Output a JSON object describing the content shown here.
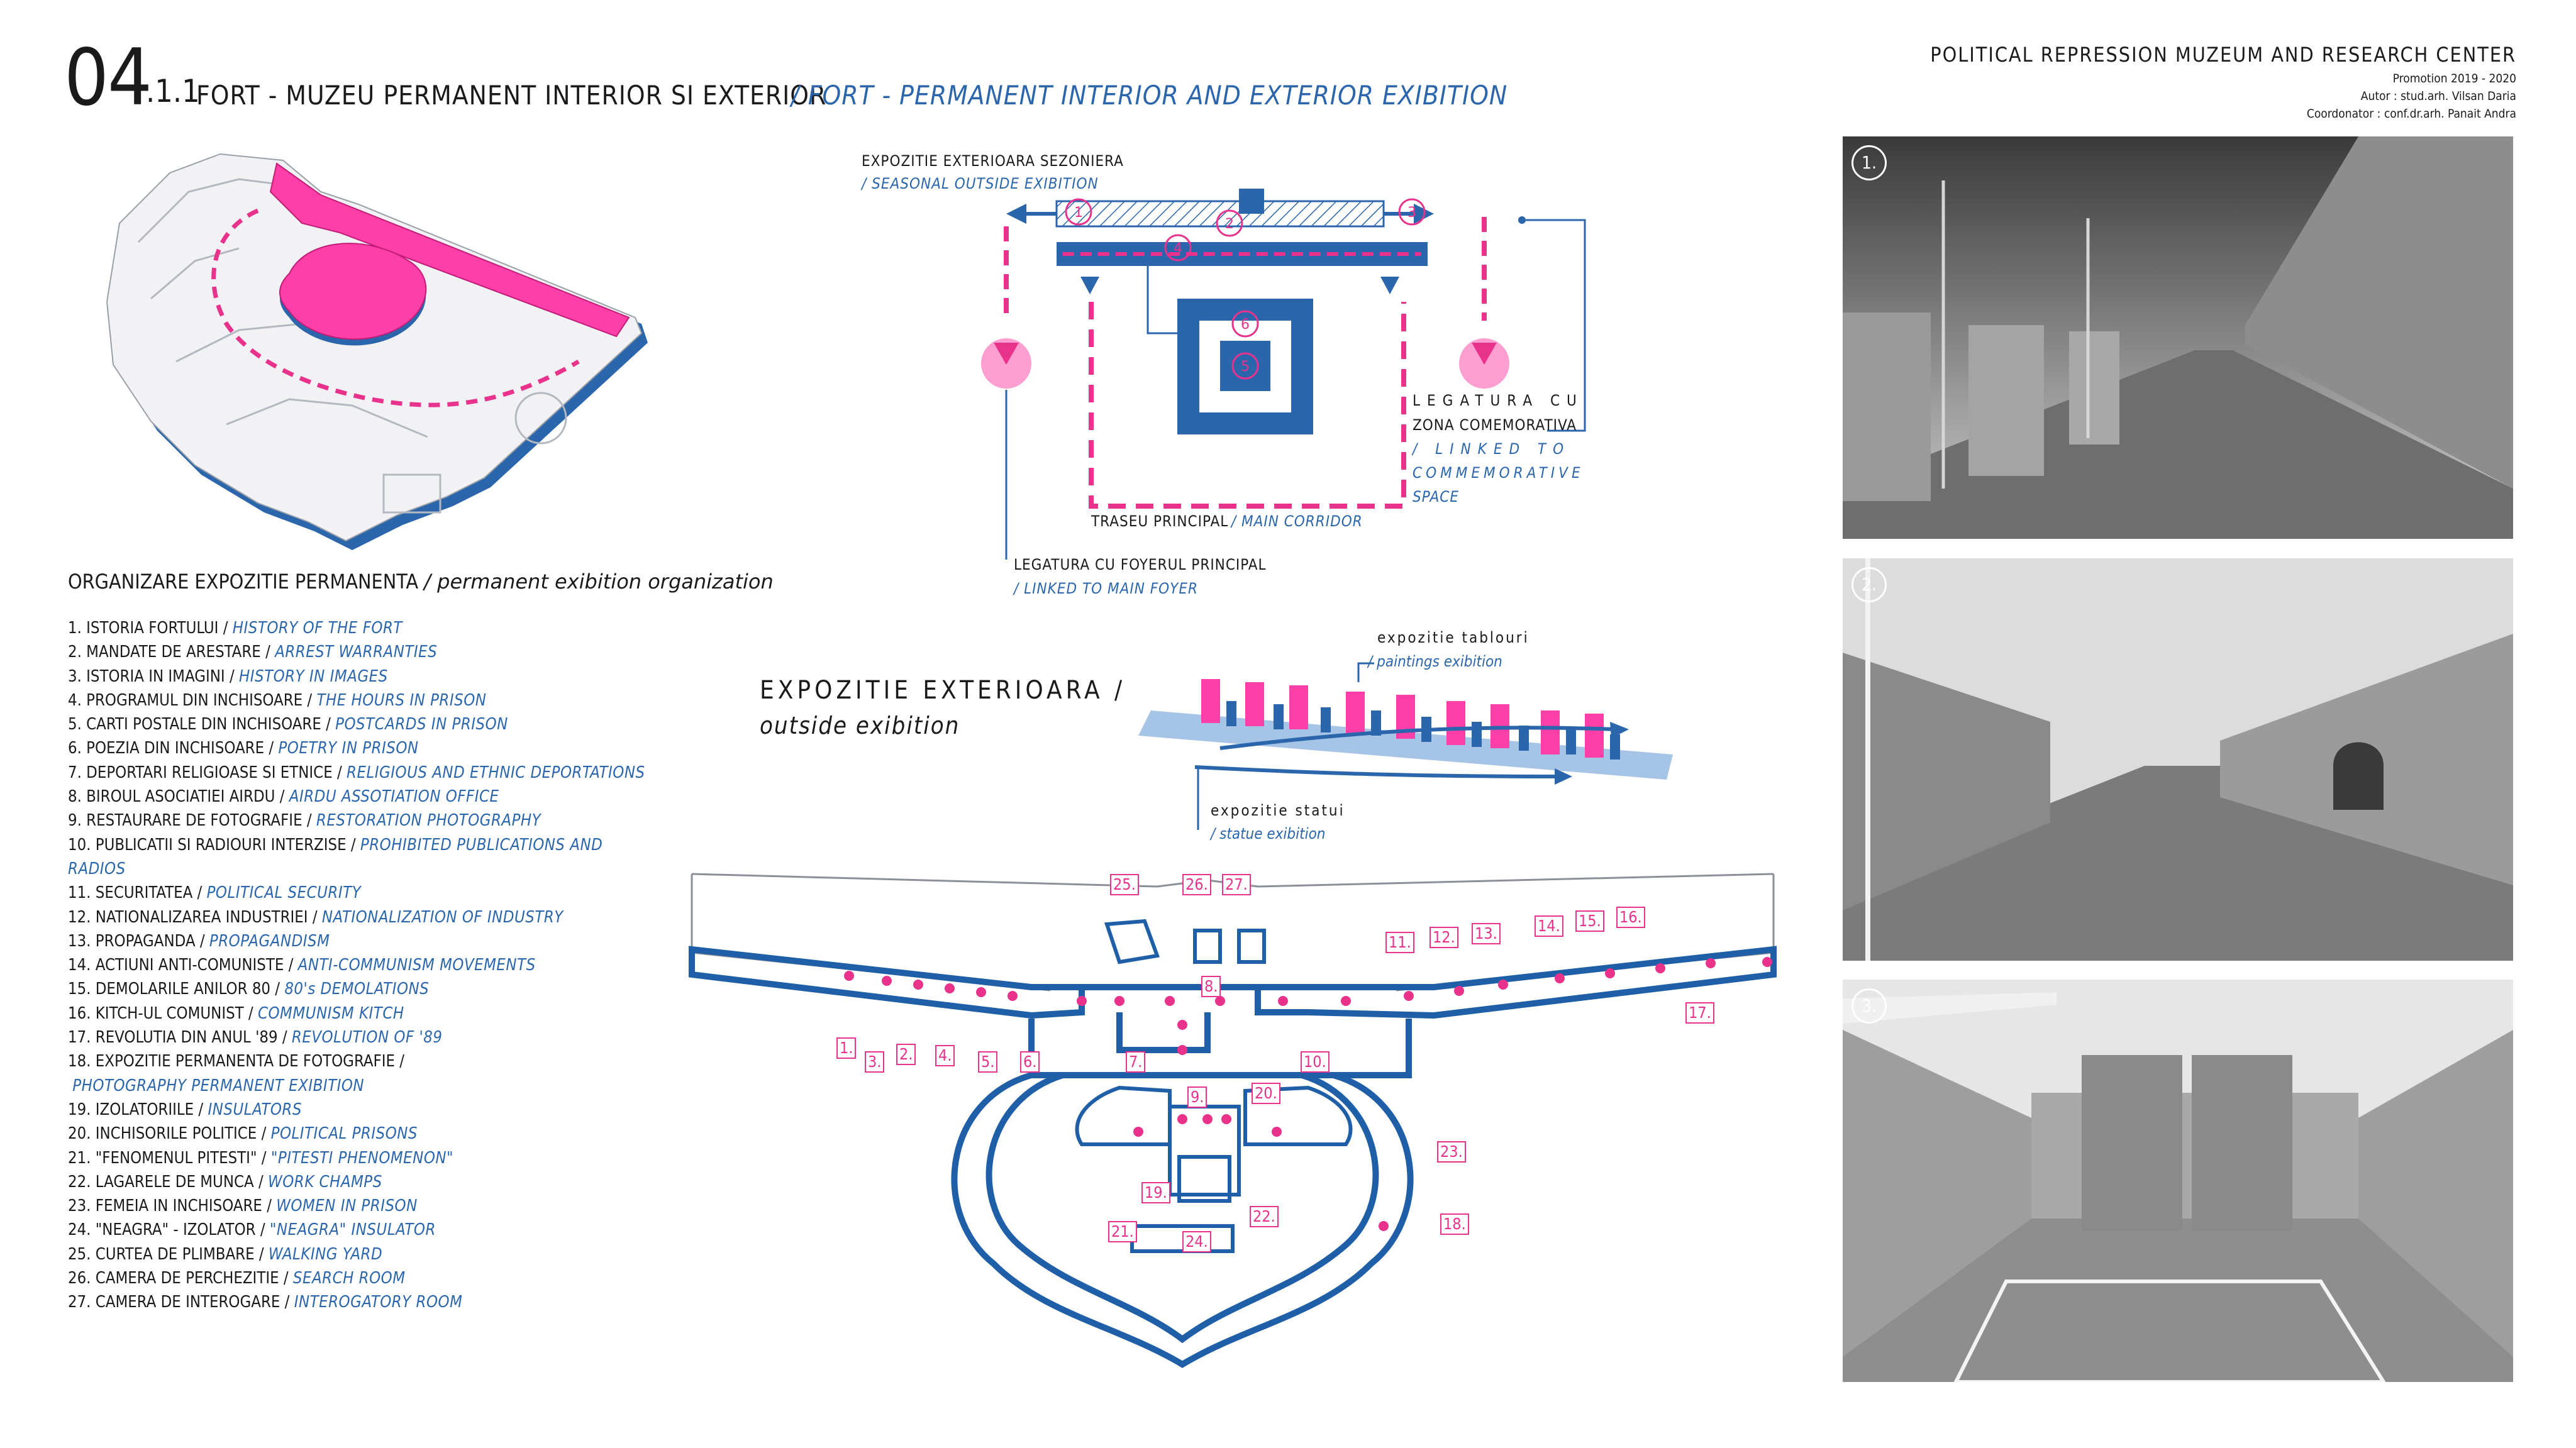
{
  "header": {
    "number": "04",
    "subnumber": ".1.1",
    "title_ro": "FORT - MUZEU PERMANENT INTERIOR SI EXTERIOR",
    "title_en": "/ FORT - PERMANENT INTERIOR AND EXTERIOR EXIBITION",
    "project": "POLITICAL REPRESSION MUZEUM AND RESEARCH CENTER",
    "promotion": "Promotion 2019 - 2020",
    "author": "Autor : stud.arh. Vilsan Daria",
    "coordinator": "Coordonator : conf.dr.arh. Panait Andra"
  },
  "organization": {
    "title_ro": "ORGANIZARE EXPOZITIE PERMANENTA",
    "title_en": "/ permanent exibition organization",
    "items": [
      {
        "ro": "1. ISTORIA FORTULUI /",
        "en": "HISTORY OF THE FORT"
      },
      {
        "ro": "2. MANDATE DE ARESTARE /",
        "en": "ARREST WARRANTIES"
      },
      {
        "ro": "3. ISTORIA IN IMAGINI /",
        "en": "HISTORY IN IMAGES"
      },
      {
        "ro": "4. PROGRAMUL DIN INCHISOARE /",
        "en": "THE HOURS IN PRISON"
      },
      {
        "ro": "5. CARTI POSTALE DIN INCHISOARE /",
        "en": "POSTCARDS IN PRISON"
      },
      {
        "ro": "6. POEZIA DIN INCHISOARE /",
        "en": "POETRY IN PRISON"
      },
      {
        "ro": "7. DEPORTARI RELIGIOASE SI ETNICE /",
        "en": "RELIGIOUS AND ETHNIC DEPORTATIONS"
      },
      {
        "ro": "8. BIROUL ASOCIATIEI AIRDU /",
        "en": "AIRDU ASSOTIATION OFFICE"
      },
      {
        "ro": "9. RESTAURARE DE FOTOGRAFIE /",
        "en": "RESTORATION PHOTOGRAPHY"
      },
      {
        "ro": "10. PUBLICATII SI RADIOURI INTERZISE /",
        "en": "PROHIBITED PUBLICATIONS AND RADIOS"
      },
      {
        "ro": "11. SECURITATEA /",
        "en": "POLITICAL SECURITY"
      },
      {
        "ro": "12. NATIONALIZAREA INDUSTRIEI /",
        "en": "NATIONALIZATION OF INDUSTRY"
      },
      {
        "ro": "13. PROPAGANDA /",
        "en": "PROPAGANDISM"
      },
      {
        "ro": "14. ACTIUNI ANTI-COMUNISTE /",
        "en": "ANTI-COMMUNISM MOVEMENTS"
      },
      {
        "ro": "15. DEMOLARILE ANILOR 80 /",
        "en": "80's DEMOLATIONS"
      },
      {
        "ro": "16. KITCH-UL COMUNIST /",
        "en": "COMMUNISM KITCH"
      },
      {
        "ro": "17. REVOLUTIA DIN ANUL '89 /",
        "en": "REVOLUTION OF '89"
      },
      {
        "ro": "18. EXPOZITIE PERMANENTA DE FOTOGRAFIE /",
        "en": "PHOTOGRAPHY PERMANENT EXIBITION"
      },
      {
        "ro": "19. IZOLATORIILE /",
        "en": "INSULATORS"
      },
      {
        "ro": "20. INCHISORILE POLITICE /",
        "en": "POLITICAL PRISONS"
      },
      {
        "ro": "21. \"FENOMENUL PITESTI\" /",
        "en": "\"PITESTI PHENOMENON\""
      },
      {
        "ro": "22. LAGARELE DE MUNCA /",
        "en": "WORK CHAMPS"
      },
      {
        "ro": "23. FEMEIA IN INCHISOARE /",
        "en": "WOMEN IN PRISON"
      },
      {
        "ro": "24. \"NEAGRA\" - IZOLATOR /",
        "en": "\"NEAGRA\" INSULATOR"
      },
      {
        "ro": "25. CURTEA DE PLIMBARE /",
        "en": "WALKING YARD"
      },
      {
        "ro": "26. CAMERA DE PERCHEZITIE /",
        "en": "SEARCH ROOM"
      },
      {
        "ro": "27. CAMERA DE INTEROGARE /",
        "en": "INTEROGATORY ROOM"
      }
    ]
  },
  "circulation": {
    "seasonal_ro": "EXPOZITIE EXTERIOARA SEZONIERA",
    "seasonal_en": "/ SEASONAL OUTSIDE EXIBITION",
    "memorial_ro_1": "LEGATURA CU",
    "memorial_ro_2": "ZONA COMEMORATIVA",
    "memorial_en_1": "/ LINKED TO",
    "memorial_en_2": "COMMEMORATIVE",
    "memorial_en_3": "SPACE",
    "main_ro": "TRASEU PRINCIPAL",
    "main_en": "/ MAIN CORRIDOR",
    "foyer_ro": "LEGATURA CU FOYERUL PRINCIPAL",
    "foyer_en": "/ LINKED TO MAIN FOYER",
    "circles": [
      "1",
      "2",
      "3",
      "4",
      "5",
      "6"
    ]
  },
  "outside": {
    "title_ro": "EXPOZITIE EXTERIOARA /",
    "title_en": "outside exibition",
    "paintings_ro": "expozitie tablouri",
    "paintings_en": "/ paintings exibition",
    "statues_ro": "expozitie statui",
    "statues_en": "/ statue exibition"
  },
  "plan": {
    "labels": [
      "1.",
      "2.",
      "3.",
      "4.",
      "5.",
      "6.",
      "7.",
      "8.",
      "9.",
      "10.",
      "11.",
      "12.",
      "13.",
      "14.",
      "15.",
      "16.",
      "17.",
      "18.",
      "19.",
      "20.",
      "21.",
      "22.",
      "23.",
      "24.",
      "25.",
      "26.",
      "27."
    ]
  },
  "photos": [
    {
      "label": "1."
    },
    {
      "label": "2."
    },
    {
      "label": "3."
    }
  ],
  "colors": {
    "accent_magenta": "#e8328c",
    "accent_blue": "#2b66ad",
    "wall_blue": "#1f5fa8"
  }
}
